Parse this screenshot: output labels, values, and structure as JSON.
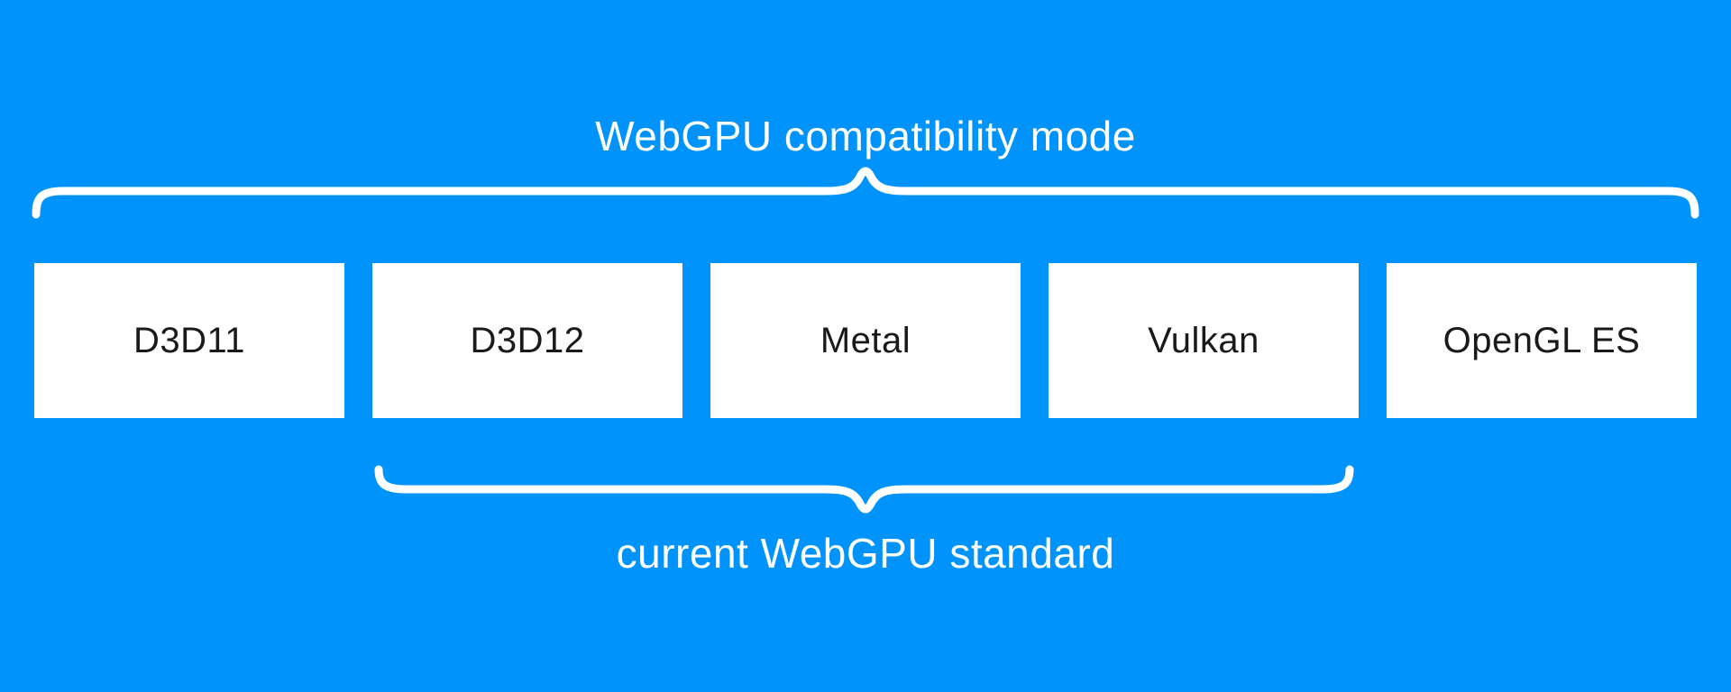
{
  "diagram": {
    "title": "WebGPU compatibility mode",
    "bottom_label": "current WebGPU standard",
    "apis": [
      "D3D11",
      "D3D12",
      "Metal",
      "Vulkan",
      "OpenGL ES"
    ],
    "colors": {
      "background": "#0093fc",
      "box_background": "#ffffff",
      "box_text": "#1a1a1a",
      "accent_text": "#ffffff",
      "brace": "#ffffff"
    }
  }
}
